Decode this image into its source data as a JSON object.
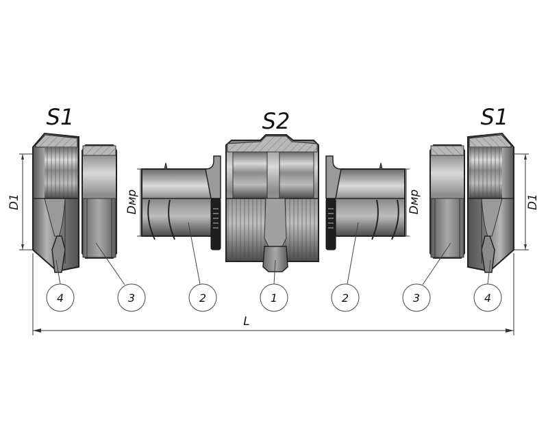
{
  "title_labels": {
    "left_nut": "S1",
    "body": "S2",
    "right_nut": "S1"
  },
  "dimensions": {
    "left_d1": "D1",
    "left_dmp": "Dмр",
    "right_dmp": "Dмр",
    "right_d1": "D1",
    "length": "L"
  },
  "balloons": [
    "4",
    "3",
    "2",
    "1",
    "2",
    "3",
    "4"
  ],
  "colors": {
    "metal_dark": "#3a3a3a",
    "metal_light": "#d8d8d8",
    "hatch": "#9a9a9a",
    "line": "#222222"
  }
}
